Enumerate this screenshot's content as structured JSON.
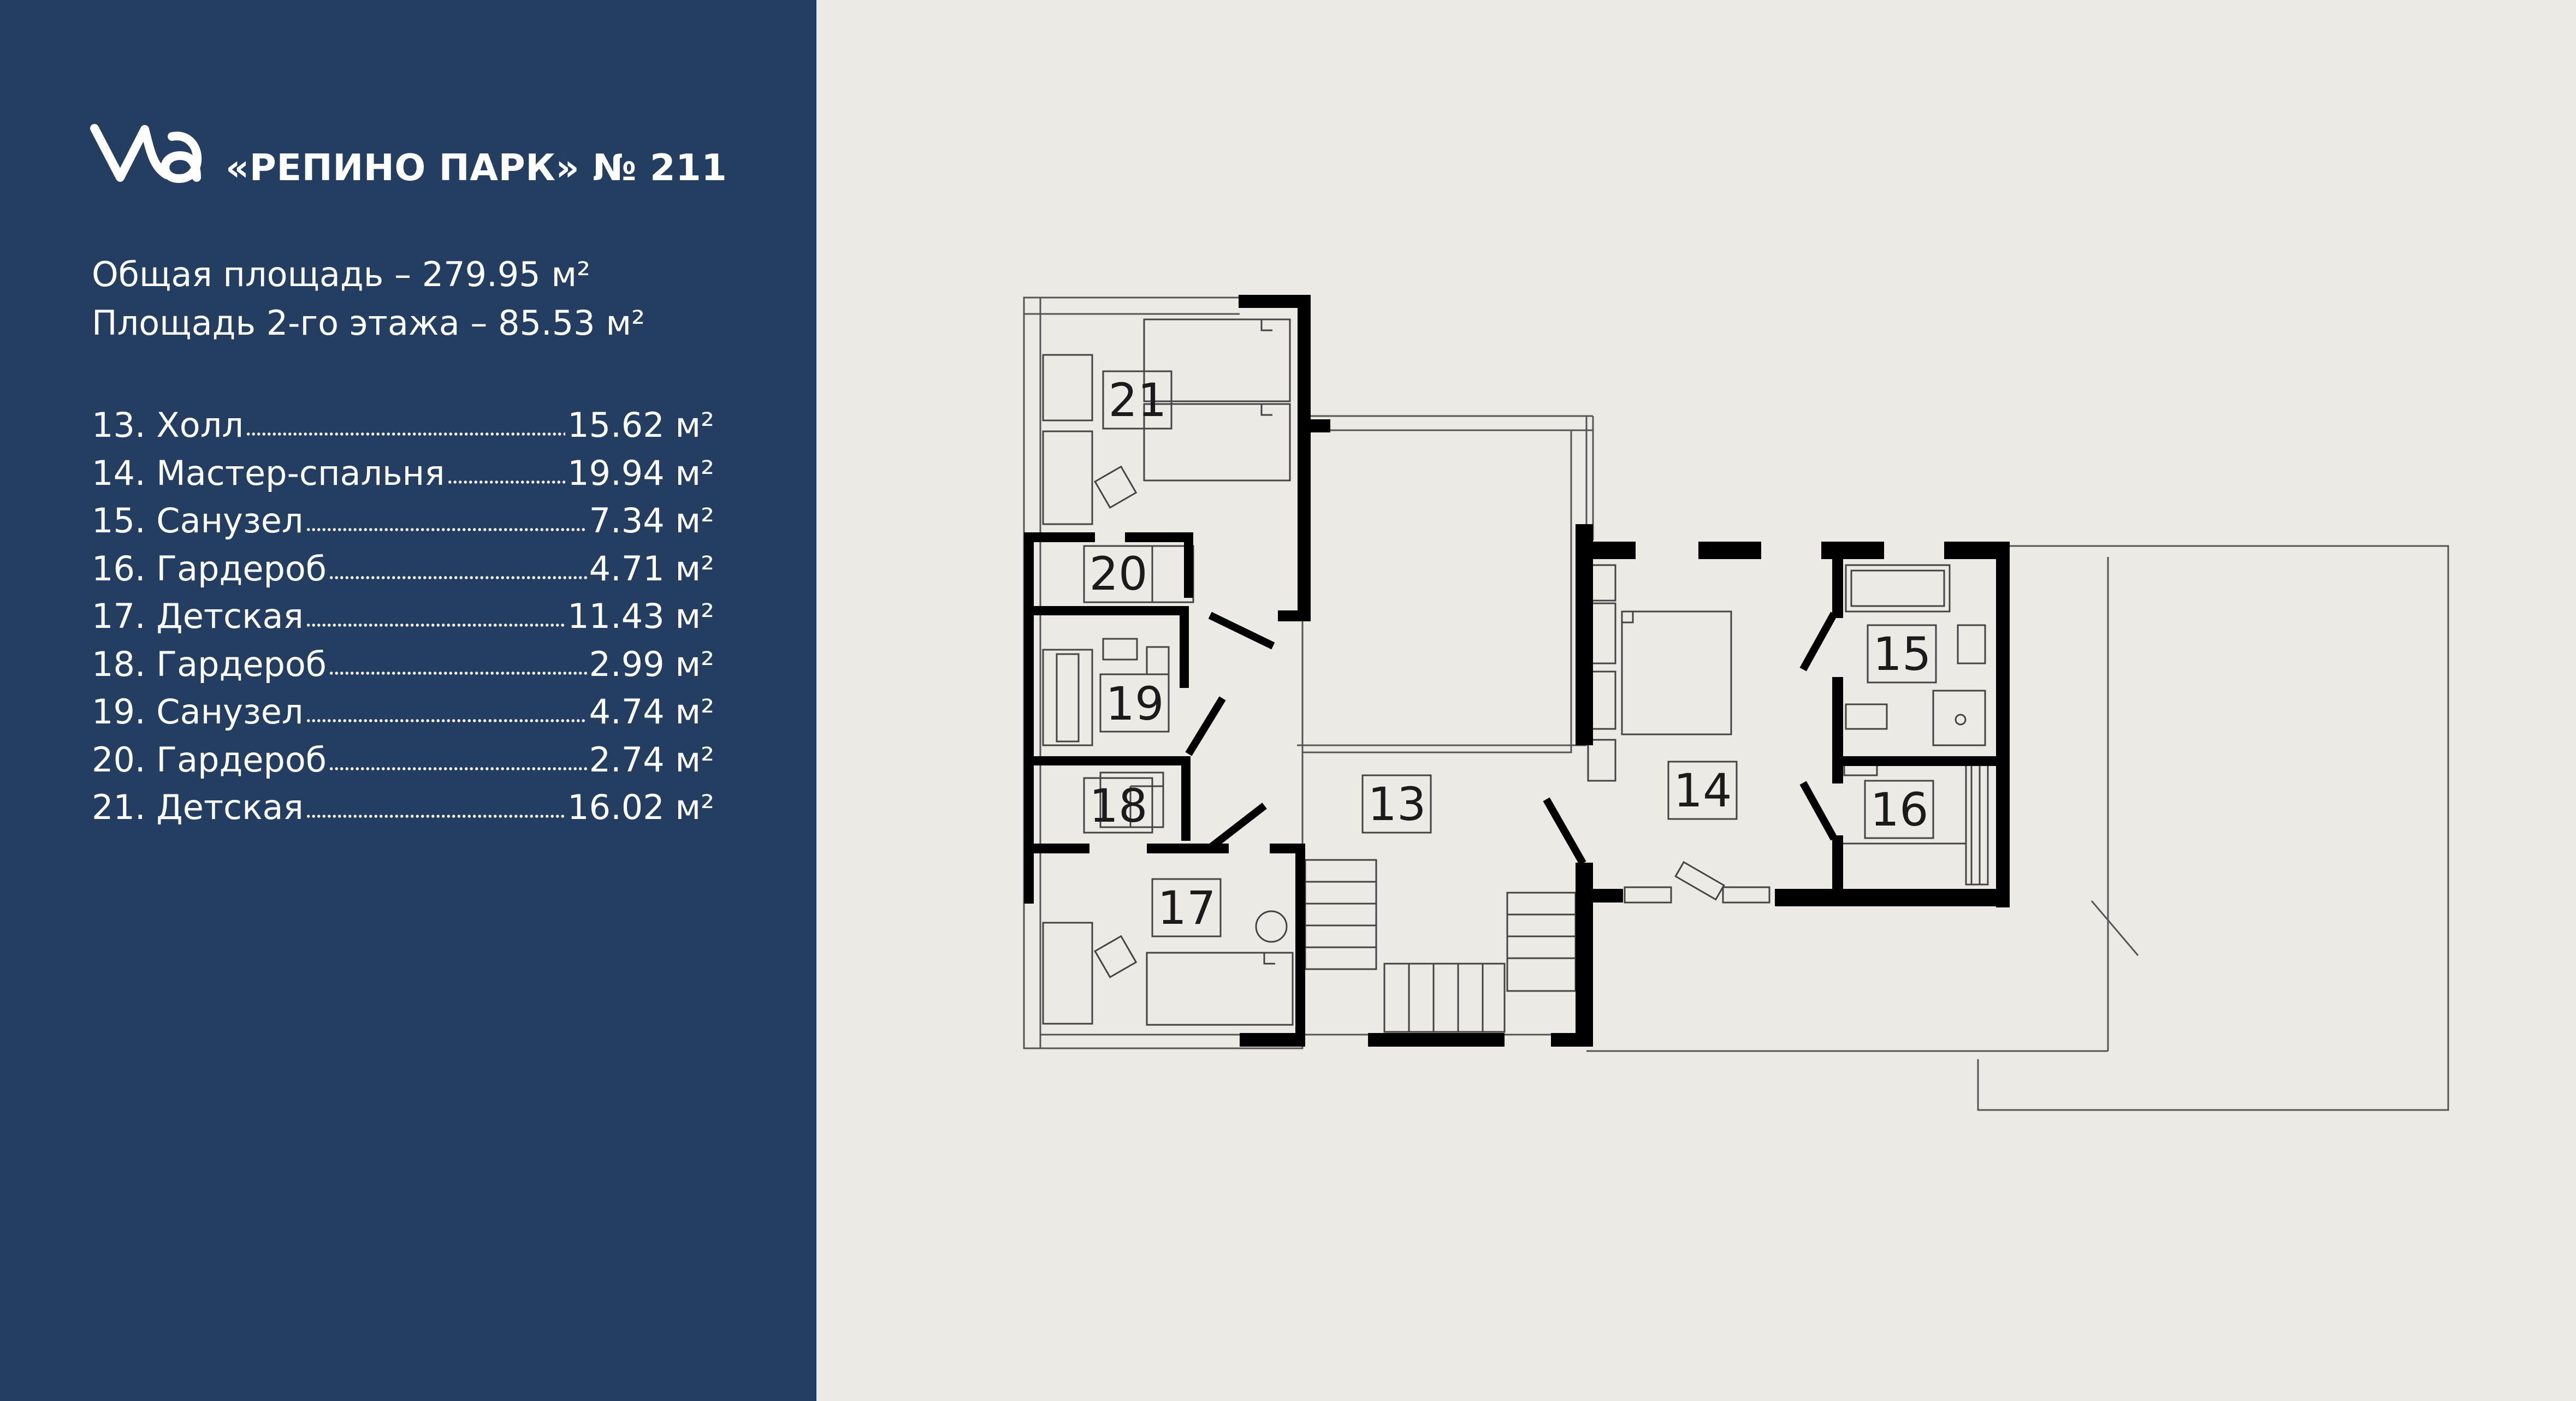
{
  "project": {
    "title": "«РЕПИНО ПАРК» № 211"
  },
  "areas": {
    "total": "Общая площадь – 279.95 м²",
    "floor2": "Площадь 2-го этажа – 85.53 м²"
  },
  "rooms": [
    {
      "label": "13. Холл",
      "value": "15.62 м²"
    },
    {
      "label": "14. Мастер-спальня",
      "value": "19.94 м²"
    },
    {
      "label": "15. Санузел",
      "value": "7.34 м²"
    },
    {
      "label": "16. Гардероб",
      "value": "4.71 м²"
    },
    {
      "label": "17. Детская",
      "value": "11.43 м²"
    },
    {
      "label": "18. Гардероб",
      "value": "2.99 м²"
    },
    {
      "label": "19. Санузел",
      "value": "4.74 м²"
    },
    {
      "label": "20. Гардероб",
      "value": "2.74 м²"
    },
    {
      "label": "21. Детская",
      "value": "16.02 м²"
    }
  ],
  "plan_labels": {
    "r13": "13",
    "r14": "14",
    "r15": "15",
    "r16": "16",
    "r17": "17",
    "r18": "18",
    "r19": "19",
    "r20": "20",
    "r21": "21"
  },
  "colors": {
    "sidebar": "#233e60",
    "background": "#eceae4",
    "wall": "#000000",
    "line": "#555555"
  }
}
